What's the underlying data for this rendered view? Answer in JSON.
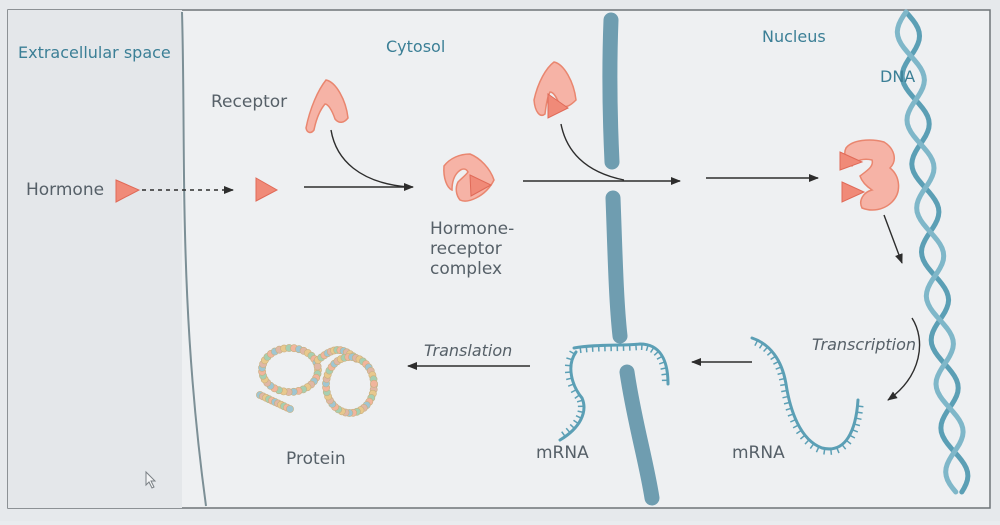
{
  "regions": {
    "extracellular": "Extracellular space",
    "cytosol": "Cytosol",
    "nucleus": "Nucleus"
  },
  "labels": {
    "hormone": "Hormone",
    "receptor": "Receptor",
    "complex_line1": "Hormone-",
    "complex_line2": "receptor",
    "complex_line3": "complex",
    "dna": "DNA",
    "transcription": "Transcription",
    "translation": "Translation",
    "mrna_nucleus": "mRNA",
    "mrna_cytosol": "mRNA",
    "protein": "Protein"
  },
  "colors": {
    "hormone": "#f08a78",
    "receptor": "#f6b3a6",
    "membrane": "#7aa3b3",
    "nuclear_membrane": "#6f9db0",
    "dna": "#5b9fb5",
    "mrna": "#5b9fb5",
    "arrow": "#2d2d2d",
    "label_blue": "#3b7f96",
    "label_gray": "#566068"
  }
}
